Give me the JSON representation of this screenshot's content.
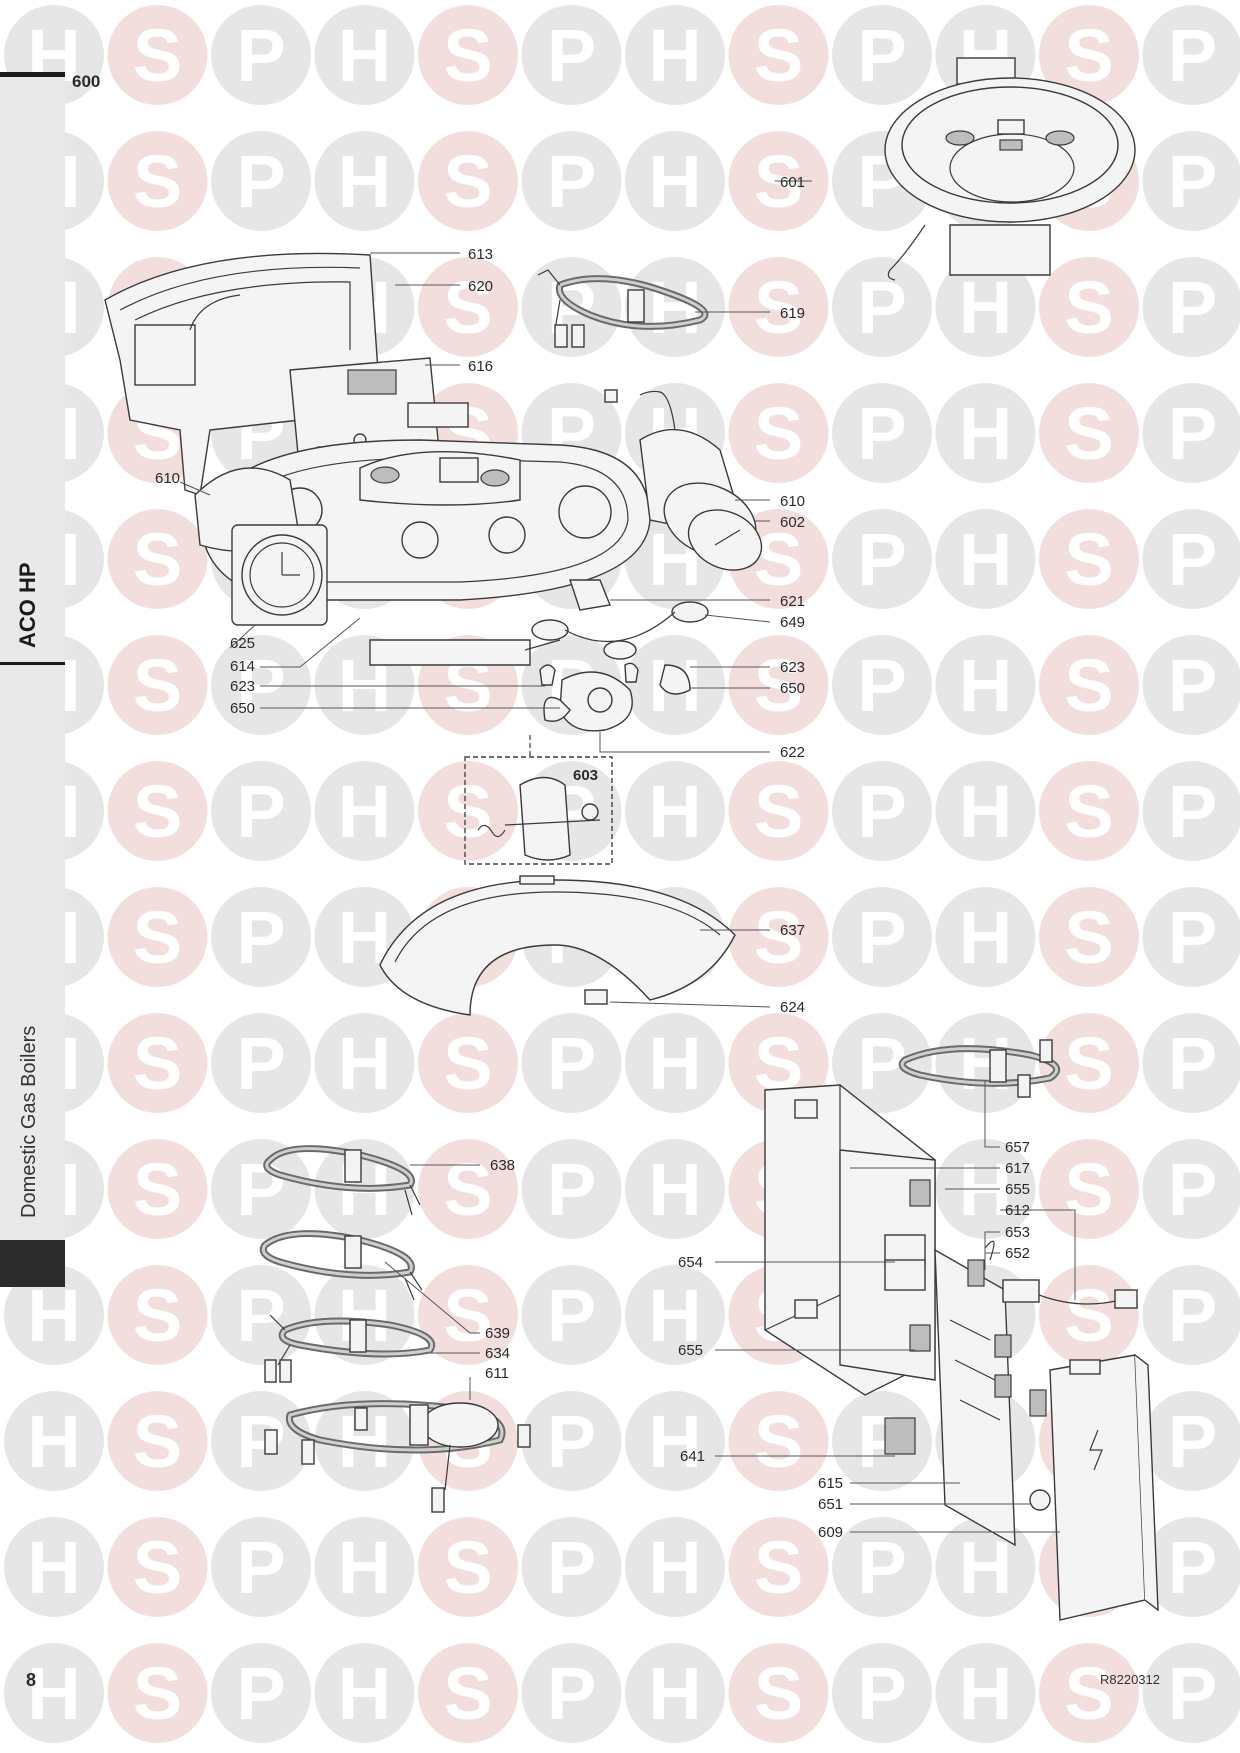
{
  "header": {
    "section_number": "600"
  },
  "sidebar": {
    "model": "ACO HP",
    "category": "Domestic Gas Boilers"
  },
  "footer": {
    "page_number": "8",
    "reference": "R8220312"
  },
  "watermark": {
    "letters": [
      "H",
      "S",
      "P"
    ],
    "colors": {
      "circle": "#e6e6e6",
      "circle_pink": "#f3dede",
      "letter": "#ffffff"
    }
  },
  "parts": {
    "p601": "601",
    "p613": "613",
    "p620": "620",
    "p619": "619",
    "p616": "616",
    "p610a": "610",
    "p610b": "610",
    "p602": "602",
    "p621": "621",
    "p649": "649",
    "p625": "625",
    "p614": "614",
    "p623a": "623",
    "p623b": "623",
    "p650a": "650",
    "p650b": "650",
    "p622": "622",
    "p603": "603",
    "p637": "637",
    "p624": "624",
    "p638": "638",
    "p639": "639",
    "p634": "634",
    "p611": "611",
    "p657": "657",
    "p617": "617",
    "p655a": "655",
    "p612": "612",
    "p653": "653",
    "p652": "652",
    "p654": "654",
    "p655b": "655",
    "p641": "641",
    "p615": "615",
    "p651": "651",
    "p609": "609"
  }
}
